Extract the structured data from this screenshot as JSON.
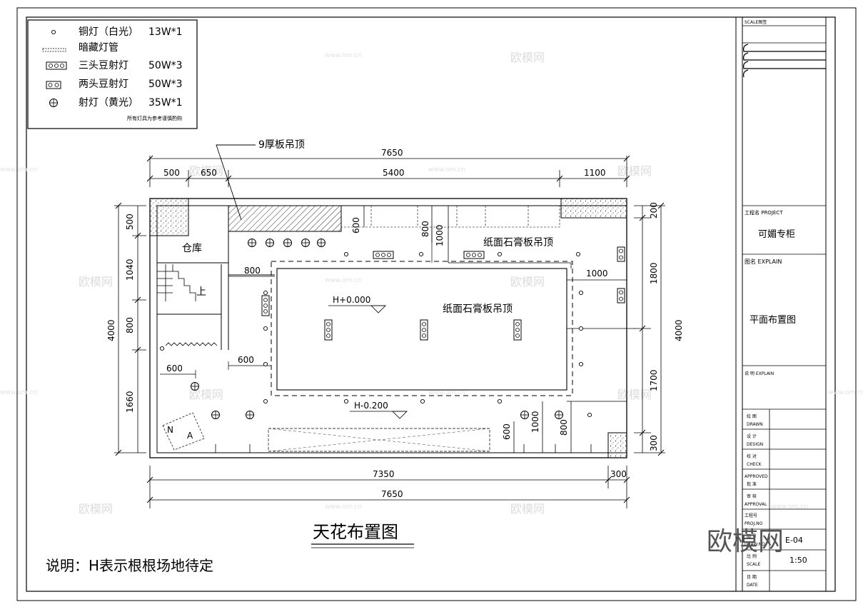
{
  "legend": {
    "items": [
      {
        "label": "铜灯（白光）",
        "spec": "13W*1",
        "icon": "copper-lamp-icon"
      },
      {
        "label": "暗藏灯管",
        "spec": "",
        "icon": "hidden-tube-icon"
      },
      {
        "label": "三头豆射灯",
        "spec": "50W*3",
        "icon": "triple-spotlight-icon"
      },
      {
        "label": "两头豆射灯",
        "spec": "50W*3",
        "icon": "double-spotlight-icon"
      },
      {
        "label": "射灯（黄光）",
        "spec": "35W*1",
        "icon": "yellow-spotlight-icon"
      }
    ],
    "note": "所有灯具为参考谨慎酌购"
  },
  "plan": {
    "ceiling_callout": "9厚板吊顶",
    "room_storage": "仓库",
    "stair_up": "上",
    "gypsum_label_1": "纸面石膏板吊顶",
    "gypsum_label_2": "纸面石膏板吊顶",
    "level_1": "H+0.000",
    "level_2": "H-0.200",
    "north_n": "N",
    "north_a": "A",
    "dims": {
      "top_total": "7650",
      "top_a": "500",
      "top_b": "650",
      "top_c": "5400",
      "top_d": "1100",
      "bottom_a": "7350",
      "bottom_b": "300",
      "bottom_total": "7650",
      "left_a": "500",
      "left_b": "1040",
      "left_c": "800",
      "left_d": "1660",
      "left_total": "4000",
      "right_a": "200",
      "right_b": "1800",
      "right_c": "1700",
      "right_d": "300",
      "right_total": "4000",
      "in_800_a": "800",
      "in_1000_a": "1000",
      "in_600_a": "600",
      "in_600_b": "600",
      "in_800_h": "800",
      "in_1000_r": "1000",
      "in_600_c": "600",
      "in_600_d": "600",
      "in_1000_b": "1000",
      "in_800_b": "800"
    }
  },
  "drawing_title": "天花布置图",
  "note": "说明：H表示根根场地待定",
  "title_block": {
    "header": "SCALE图签",
    "project_label": "工程名 PROJECT",
    "project_name": "可媚专柜",
    "drawing_label": "图名 EXPLAIN",
    "drawing_name": "平面布置图",
    "explain_label": "说 明 EXPLAIN",
    "rows": [
      {
        "cn": "绘 图",
        "en": "DRAWN",
        "value": ""
      },
      {
        "cn": "设 计",
        "en": "DESIGN",
        "value": ""
      },
      {
        "cn": "校 对",
        "en": "CHECK",
        "value": ""
      },
      {
        "cn": "APPROVED",
        "en": "批 准",
        "value": ""
      },
      {
        "cn": "审 核",
        "en": "APPROVAL",
        "value": ""
      },
      {
        "cn": "工程号",
        "en": "PROJ.NO",
        "value": ""
      },
      {
        "cn": "图 号",
        "en": "DRAW.NO",
        "value": "E-04"
      },
      {
        "cn": "比 例",
        "en": "SCALE",
        "value": "1:50"
      },
      {
        "cn": "日 期",
        "en": "DATE",
        "value": ""
      }
    ]
  },
  "watermark": "欧模网",
  "watermark_url": "www.om.cn"
}
